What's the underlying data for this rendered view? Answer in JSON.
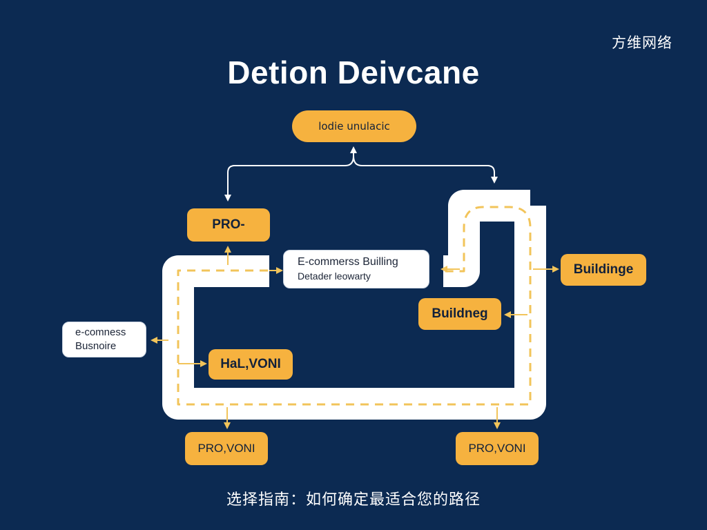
{
  "brand": "方维网络",
  "title": "Detion Deivcane",
  "caption": "选择指南：如何确定最适合您的路径",
  "colors": {
    "background": "#0c2a52",
    "accent_orange": "#f6b23f",
    "track_white": "#ffffff",
    "dashed_line": "#f2c45a"
  },
  "nodes": {
    "top": "lodie unulacic",
    "pro_top_left": "PRO-",
    "center_box": {
      "line1": "E-commerss Builling",
      "line2": "Detader leowarty"
    },
    "left_box": {
      "line1": "e-comness",
      "line2": "Busnoire"
    },
    "hal_voni": "HaL,VONI",
    "buildinge_right": "Buildinge",
    "buildneg": "Buildneg",
    "pro_voni_left": "PRO,VONI",
    "pro_voni_right": "PRO,VONI"
  }
}
